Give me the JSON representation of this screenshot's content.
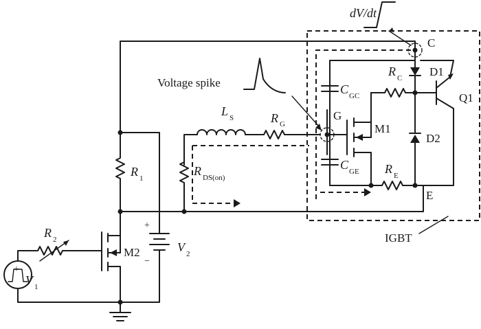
{
  "labels": {
    "dvdt": "dV/dt",
    "collector": "C",
    "gate": "G",
    "emitter": "E",
    "igbt": "IGBT",
    "voltage_spike": "Voltage spike",
    "d1": "D1",
    "d2": "D2",
    "q1": "Q1",
    "m1": "M1",
    "m2": "M2",
    "r1": "R",
    "r1_sub": "1",
    "r2": "R",
    "r2_sub": "2",
    "rg": "R",
    "rg_sub": "G",
    "rc": "R",
    "rc_sub": "C",
    "re": "R",
    "re_sub": "E",
    "rds": "R",
    "rds_sub": "DS(on)",
    "ls": "L",
    "ls_sub": "S",
    "cgc": "C",
    "cgc_sub": "GC",
    "cge": "C",
    "cge_sub": "GE",
    "v1": "V",
    "v1_sub": "1",
    "v2": "V",
    "v2_sub": "2",
    "plus": "+",
    "minus": "−"
  }
}
